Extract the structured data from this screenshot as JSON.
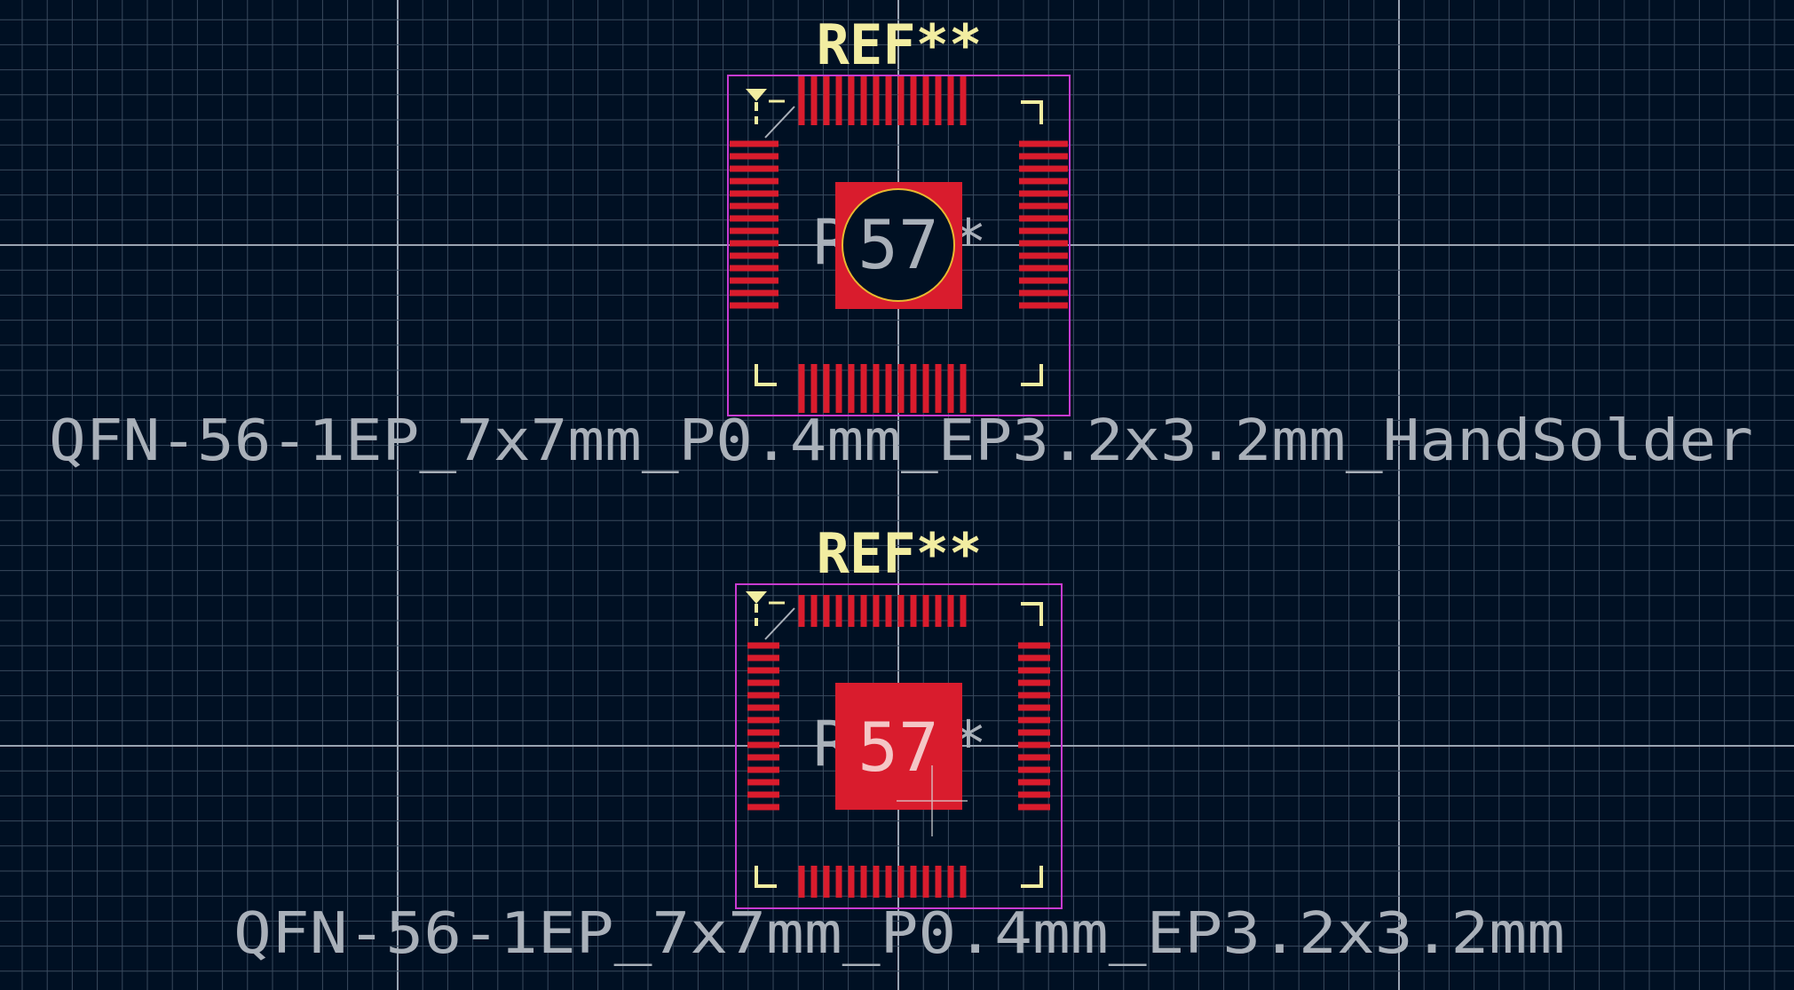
{
  "colors": {
    "background": "#001023",
    "grid": "#3a4a5e",
    "axis": "#9aa4b2",
    "pad": "#d91c2d",
    "courtyard": "#c83bd1",
    "silkscreen": "#f2eda1",
    "fab_text": "#a9b0b9",
    "outline": "#c8c8c8"
  },
  "footprints": [
    {
      "reference": "REF**",
      "center_text": "R",
      "center_text_tail": "*",
      "ep_number": "57",
      "ep_style": "hole",
      "value": "QFN-56-1EP_7x7mm_P0.4mm_EP3.2x3.2mm_HandSolder"
    },
    {
      "reference": "REF**",
      "center_text": "R",
      "center_text_tail": "*",
      "ep_number": "57",
      "ep_style": "solid",
      "value": "QFN-56-1EP_7x7mm_P0.4mm_EP3.2x3.2mm"
    }
  ]
}
